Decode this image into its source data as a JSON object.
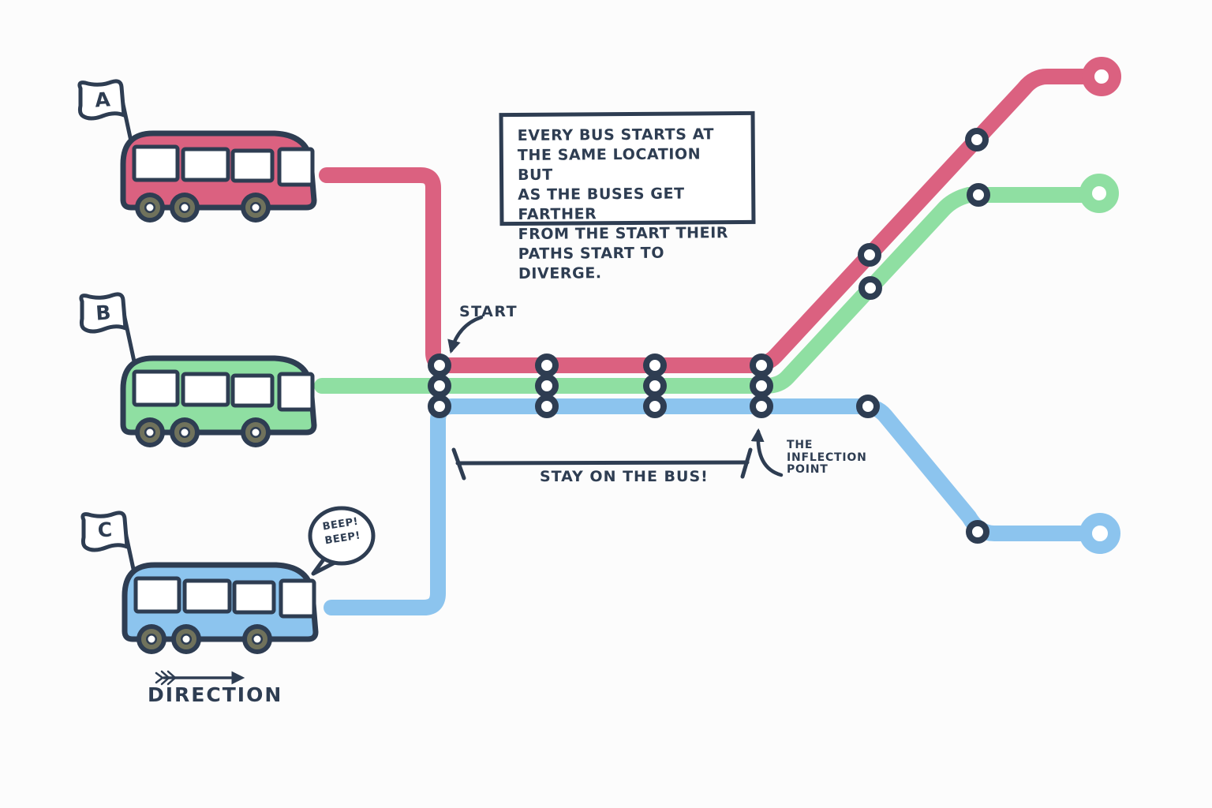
{
  "colors": {
    "pink": "#db6180",
    "green": "#8fdfa2",
    "blue": "#8cc4ee",
    "ink": "#2e3d52",
    "wheel": "#70725c",
    "paper": "#fcfcfc"
  },
  "info_box": {
    "lines": [
      "EVERY BUS STARTS AT",
      "THE SAME LOCATION BUT",
      "AS THE BUSES GET FARTHER",
      "FROM THE START THEIR",
      "PATHS START TO DIVERGE."
    ]
  },
  "labels": {
    "start": "START",
    "stay": "STAY ON THE BUS!",
    "inflection": [
      "THE",
      "INFLECTION",
      "POINT"
    ],
    "direction": "DIRECTION"
  },
  "buses": [
    {
      "flag": "A",
      "line_color": "pink"
    },
    {
      "flag": "B",
      "line_color": "green"
    },
    {
      "flag": "C",
      "line_color": "blue"
    }
  ],
  "speech_bubble": {
    "lines": [
      "BEEP!",
      "BEEP!"
    ]
  }
}
